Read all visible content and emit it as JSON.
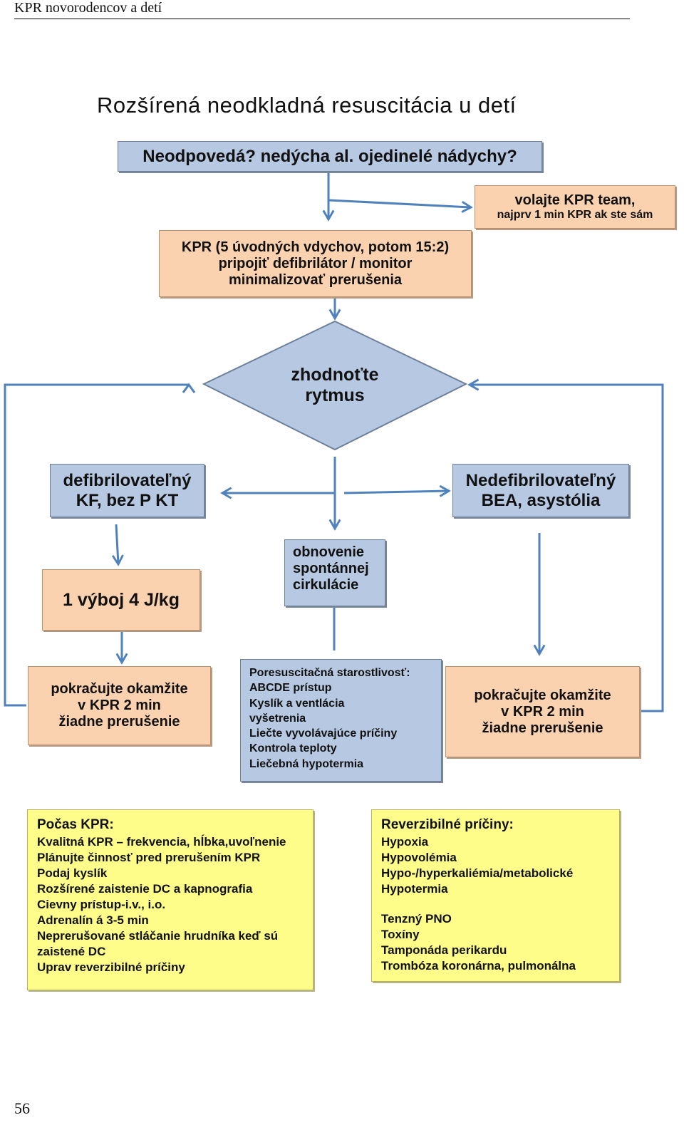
{
  "header": {
    "running_title": "KPR novorodencov a detí"
  },
  "diagram": {
    "title": "Rozšírená neodkladná resuscitácia u detí",
    "start": "Neodpovedá? nedýcha al. ojedinelé nádychy?",
    "call_team": [
      "volajte KPR team,",
      "najprv 1 min KPR ak ste sám"
    ],
    "cpr": [
      "KPR (5 úvodných vdychov, potom 15:2)",
      "pripojiť defibrilátor / monitor",
      "minimalizovať prerušenia"
    ],
    "assess": [
      "zhodnoťte",
      "rytmus"
    ],
    "shockable": [
      "defibrilovateľný",
      "KF, bez P KT"
    ],
    "non_shockable": [
      "Nedefibrilovateľný",
      "BEA, asystólia"
    ],
    "shock": "1 výboj 4 J/kg",
    "rosc": [
      "obnovenie",
      "spontánnej",
      "cirkulácie"
    ],
    "continue_left": [
      "pokračujte okamžite",
      "v KPR 2 min",
      "žiadne prerušenie"
    ],
    "continue_right": [
      "pokračujte okamžite",
      "v KPR 2 min",
      "žiadne prerušenie"
    ],
    "post_resus": [
      "Poresuscitačná starostlivosť:",
      "ABCDE prístup",
      "Kyslík a ventlácia",
      "vyšetrenia",
      "Liečte vyvolávajúce príčiny",
      "Kontrola teploty",
      "Liečebná hypotermia"
    ],
    "during_cpr": [
      "Počas KPR:",
      "Kvalitná KPR – frekvencia, hĺbka,uvoľnenie",
      "Plánujte činnosť pred prerušením KPR",
      "Podaj kyslík",
      "Rozšírené zaistenie DC a kapnografia",
      "Cievny prístup-i.v., i.o.",
      "Adrenalín á 3-5 min",
      "Neprerušované stláčanie hrudníka keď sú",
      "zaistené DC",
      "Uprav reverzibilné príčiny"
    ],
    "reversible": [
      "Reverzibilné príčiny:",
      "Hypoxia",
      "Hypovolémia",
      "Hypo-/hyperkaliémia/metabolické",
      "Hypotermia",
      "",
      "Tenzný PNO",
      "Toxíny",
      "Tamponáda perikardu",
      "Trombóza koronárna, pulmonálna"
    ]
  },
  "colors": {
    "arrow": "#4f81bd",
    "blue_box": "#b7c9e2",
    "orange_box": "#fbd2b0",
    "yellow_box": "#fffd8a"
  },
  "footer": {
    "page_number": "56"
  }
}
